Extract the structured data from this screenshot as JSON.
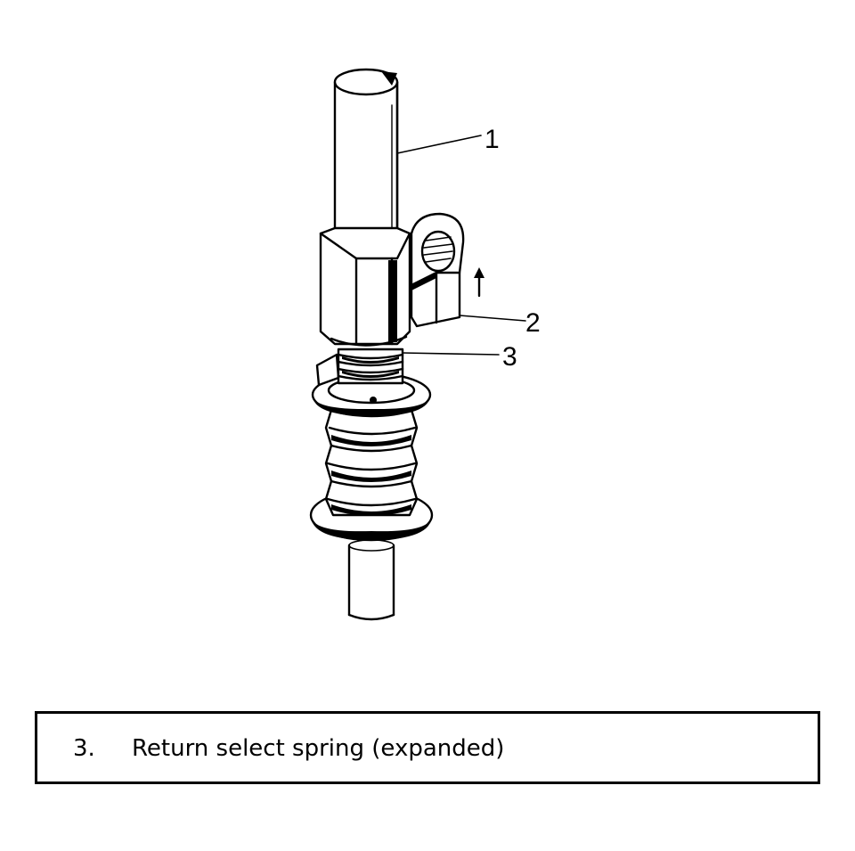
{
  "diagram": {
    "callouts": [
      {
        "id": 1,
        "label": "1"
      },
      {
        "id": 2,
        "label": "2"
      },
      {
        "id": 3,
        "label": "3"
      }
    ]
  },
  "caption": {
    "number": "3.",
    "text": "Return select spring (expanded)"
  }
}
